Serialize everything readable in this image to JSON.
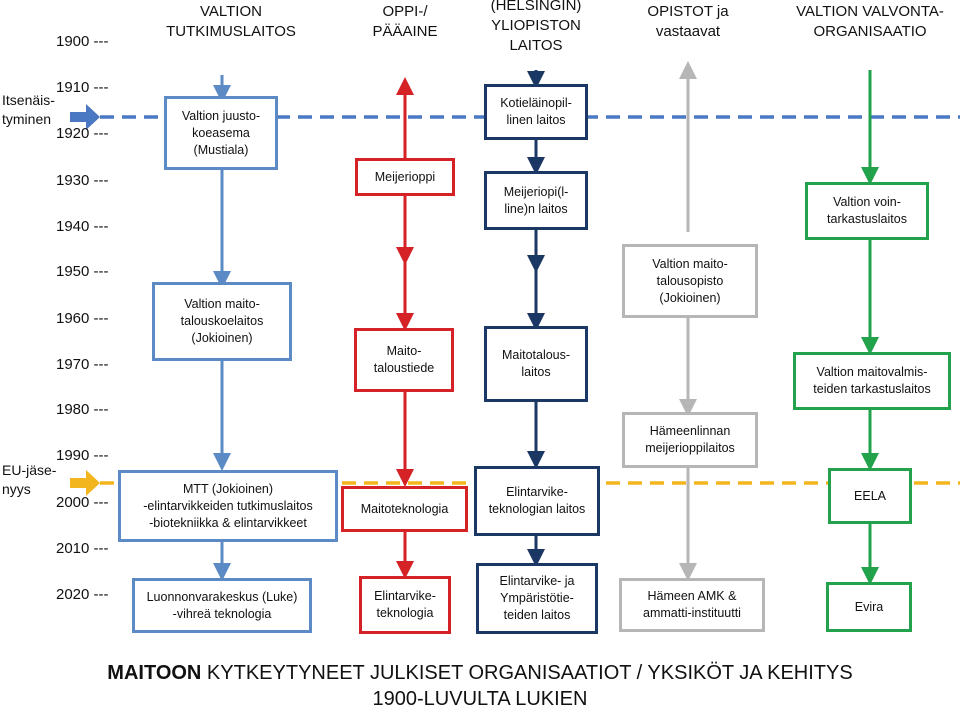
{
  "colors": {
    "blue": "#5b8ac4",
    "red": "#d42226",
    "navy": "#1b3763",
    "gray": "#b6b6b6",
    "green": "#22a34b",
    "blue_dashed_line": "#4a78c2",
    "orange_dashed_line": "#f2b51d"
  },
  "column_titles": [
    "VALTION\nTUTKIMUSLAITOS",
    "OPPI-/\nPÄÄAINE",
    "(HELSINGIN)\nYLIOPISTON\nLAITOS",
    "OPISTOT ja\nvastaavat",
    "VALTION VALVONTA-\nORGANISAATIO"
  ],
  "years": [
    "1900 ---",
    "1910 ---",
    "1920 ---",
    "1930 ---",
    "1940 ---",
    "1950 ---",
    "1960 ---",
    "1970 ---",
    "1980 ---",
    "1990 ---",
    "2000 ---",
    "2010 ---",
    "2020 ---"
  ],
  "side_labels": {
    "independence": "Itsenäis-\ntyminen",
    "eu": "EU-jäse-\nnyys"
  },
  "boxes": {
    "blue": [
      "Valtion juusto-\nkoeasema\n(Mustiala)",
      "Valtion maito-\ntalouskoelaitos\n(Jokioinen)",
      "MTT (Jokioinen)\n-elintarvikkeiden tutkimuslaitos\n-biotekniikka & elintarvikkeet",
      "Luonnonvarakeskus (Luke)\n-vihreä teknologia"
    ],
    "red": [
      "Meijerioppi",
      "Maito-\ntaloustiede",
      "Maitoteknologia",
      "Elintarvike-\nteknologia"
    ],
    "navy": [
      "Kotieläinopil-\nlinen laitos",
      "Meijeriopi(l-\nline)n laitos",
      "Maitotalous-\nlaitos",
      "Elintarvike-\nteknologian laitos",
      "Elintarvike- ja\nYmpäristötie-\nteiden laitos"
    ],
    "gray": [
      "Valtion maito-\ntalousopisto\n(Jokioinen)",
      "Hämeenlinnan\nmeijerioppilaitos",
      "Hämeen AMK &\nammatti-instituutti"
    ],
    "green": [
      "Valtion voin-\ntarkastuslaitos",
      "Valtion maitovalmis-\nteiden tarkastuslaitos",
      "EELA",
      "Evira"
    ]
  },
  "title": {
    "bold": "MAITOON",
    "rest": " KYTKEYTYNEET JULKISET ORGANISAATIOT / YKSIKÖT JA KEHITYS",
    "line2": "1900-LUVULTA LUKIEN"
  }
}
